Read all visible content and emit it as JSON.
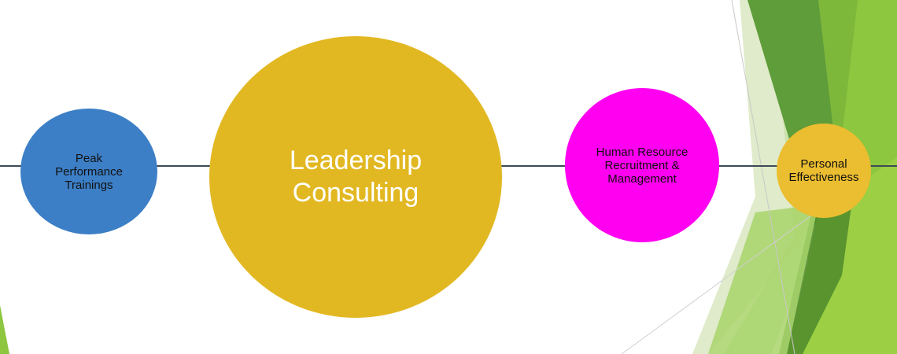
{
  "diagram": {
    "nodes": [
      {
        "id": "peak",
        "label": "Peak\nPerformance\nTrainings",
        "color": "#3c7fc6"
      },
      {
        "id": "leadership",
        "label": "Leadership\nConsulting",
        "color": "#e2b822"
      },
      {
        "id": "hr",
        "label": "Human Resource\nRecruitment &\nManagement",
        "color": "#ff00f0"
      },
      {
        "id": "personal",
        "label": "Personal\nEffectiveness",
        "color": "#ebbd30"
      }
    ],
    "connector_color": "#3d4a57"
  },
  "theme": {
    "accent_greens": [
      "#8dc63f",
      "#6aa732",
      "#4f8a2b",
      "#b5d97a",
      "#dbe9c4"
    ]
  }
}
